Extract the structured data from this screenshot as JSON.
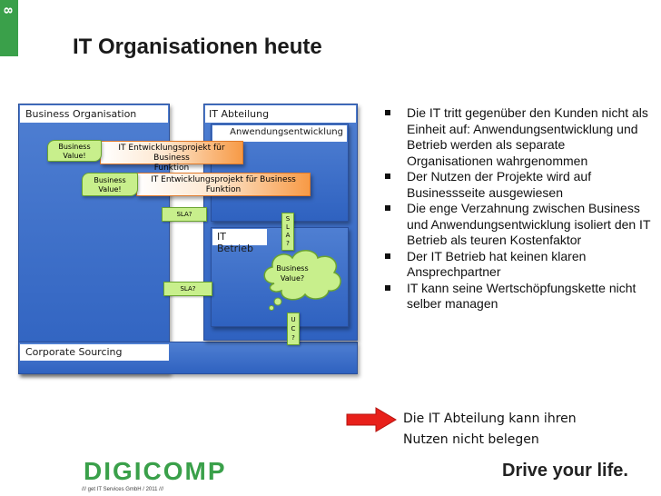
{
  "slide": {
    "page_number": "8",
    "title": "IT Organisationen heute"
  },
  "diagram": {
    "business_org_label": "Business Organisation",
    "corporate_sourcing_label": "Corporate Sourcing",
    "it_abteilung_label": "IT Abteilung",
    "anwendungsentwicklung_label": "Anwendungsentwicklung",
    "it_betrieb_label": "IT Betrieb",
    "project1": {
      "business_value": "Business\nValue!",
      "bar_text": "IT Entwicklungsprojekt für Business\nFunktion"
    },
    "project2": {
      "business_value": "Business\nValue!",
      "bar_text": "IT Entwicklungsprojekt für Business\nFunktion"
    },
    "sla_top": "SLA?",
    "sla_bottom": "SLA?",
    "sla_vertical": "S\nL\nA\n?",
    "uc_vertical": "U\nC\n?",
    "cloud_text": "Business\nValue?"
  },
  "bullets": [
    "Die IT tritt gegenüber den Kunden nicht als Einheit auf: Anwendungsentwicklung und Betrieb werden als separate Organisationen wahrgenommen",
    "Der Nutzen der Projekte wird auf Businessseite ausgewiesen",
    "Die enge Verzahnung zwischen Business und Anwendungsentwicklung isoliert den IT Betrieb als teuren Kostenfaktor",
    "Der IT Betrieb hat keinen klaren Ansprechpartner",
    "IT kann seine Wertschöpfungskette nicht selber managen"
  ],
  "conclusion": "Die IT Abteilung kann ihren\nNutzen nicht belegen",
  "footer": {
    "logo_text": "DIGICOMP",
    "tagline": "/// get IT Services GmbH / 2011 ///",
    "slogan": "Drive your life."
  },
  "colors": {
    "accent_green": "#3aa04a",
    "box_blue": "#3b6cc7",
    "arrow_red": "#e8201a",
    "orange": "#f79a46"
  }
}
